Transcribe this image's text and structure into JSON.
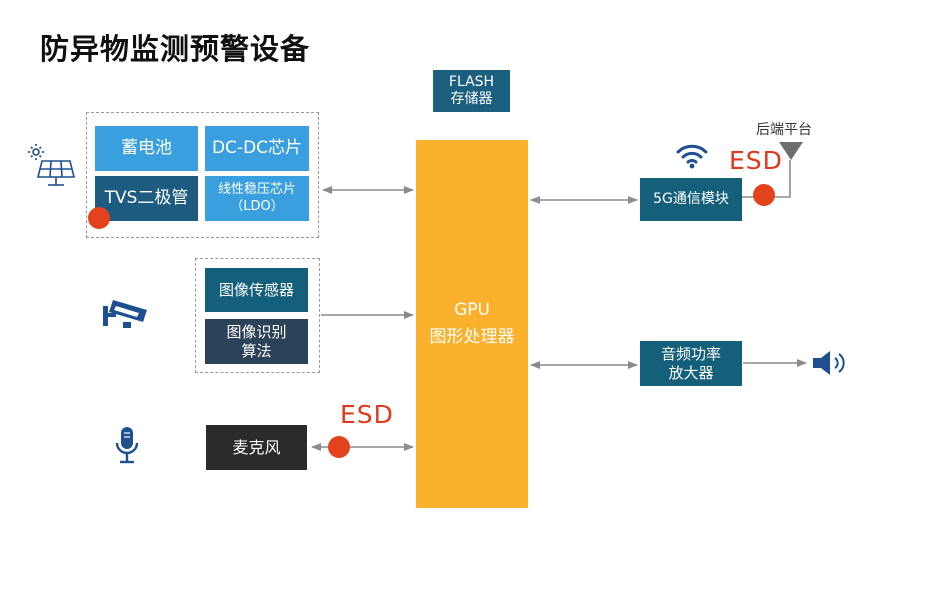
{
  "title": "防异物监测预警设备",
  "flash": {
    "line1": "FLASH",
    "line2": "存储器"
  },
  "gpu": {
    "line1": "GPU",
    "line2": "图形处理器"
  },
  "power": {
    "battery": "蓄电池",
    "dcdc": "DC-DC芯片",
    "tvs": "TVS二极管",
    "ldo_line1": "线性稳压芯片",
    "ldo_line2": "（LDO）"
  },
  "image": {
    "sensor": "图像传感器",
    "algo_line1": "图像识别",
    "algo_line2": "算法"
  },
  "mic": "麦克风",
  "comm": {
    "module": "5G通信模块",
    "platform": "后端平台"
  },
  "audio": {
    "line1": "音频功率",
    "line2": "放大器"
  },
  "esd_labels": [
    "ESD",
    "ESD"
  ],
  "colors": {
    "gpu": "#fbb12b",
    "dark_box": "#14607a",
    "light_box": "#3a9fde",
    "esd": "#e2381b",
    "icon": "#1d4f91"
  },
  "icons": [
    "solar-panel-icon",
    "camera-icon",
    "microphone-icon",
    "wifi-icon",
    "antenna-icon",
    "speaker-icon"
  ]
}
